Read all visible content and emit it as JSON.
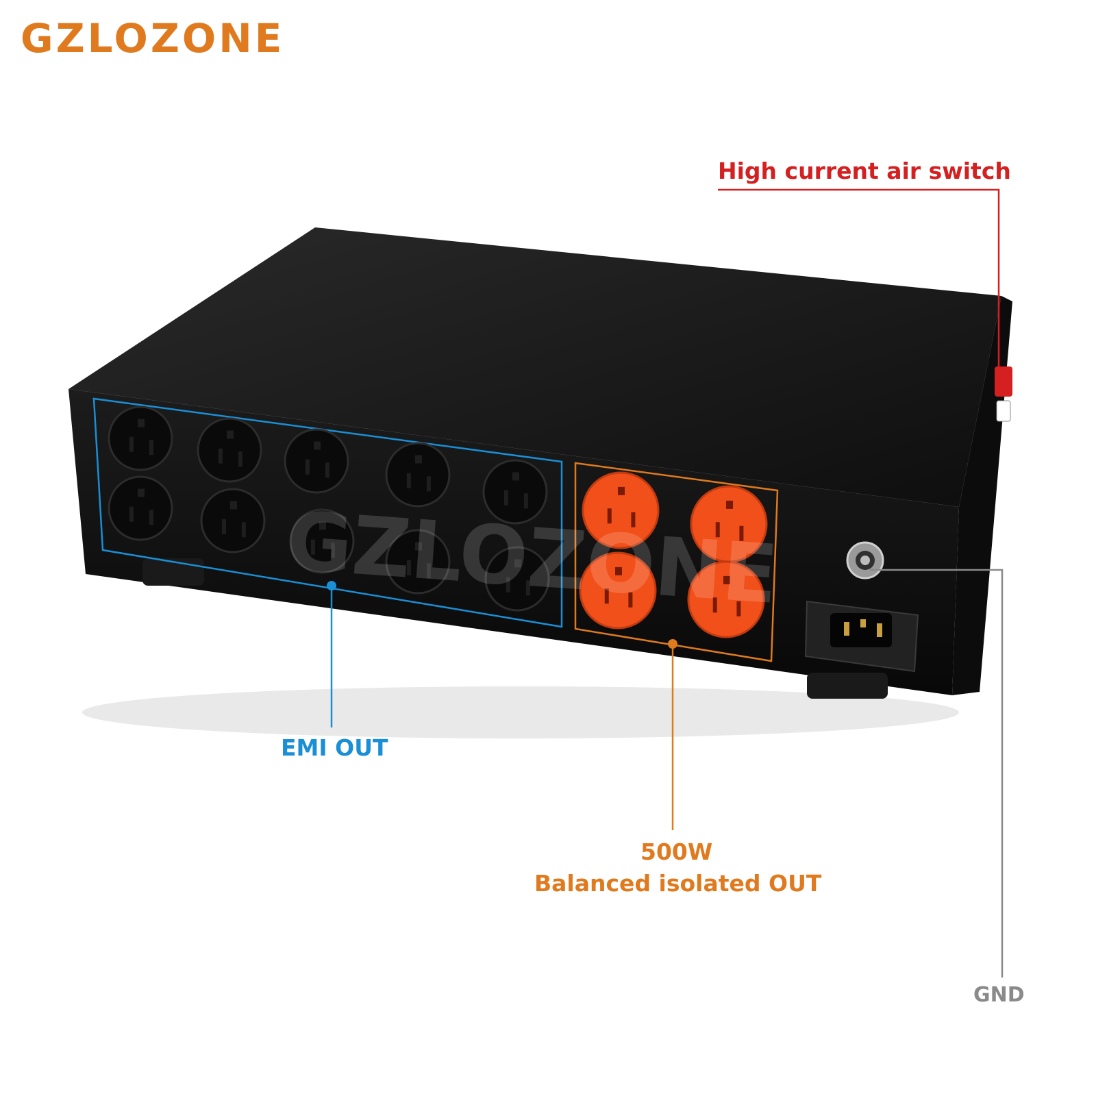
{
  "brand": {
    "name": "GZLOZONE",
    "color": "#e07a1f"
  },
  "watermark": {
    "text": "GZLOZONE"
  },
  "callouts": {
    "air_switch": {
      "text": "High current air switch",
      "color": "#d42020"
    },
    "emi_out": {
      "text": "EMI OUT",
      "color": "#1a8fd6"
    },
    "balanced_out": {
      "line1": "500W",
      "line2": "Balanced isolated OUT",
      "color": "#e07a1f"
    },
    "gnd": {
      "text": "GND",
      "color": "#8a8a8a"
    }
  },
  "product": {
    "chassis_color": "#141414",
    "black_outlet_count": 10,
    "orange_outlet_count": 4,
    "orange_outlet_color": "#f2501a"
  }
}
